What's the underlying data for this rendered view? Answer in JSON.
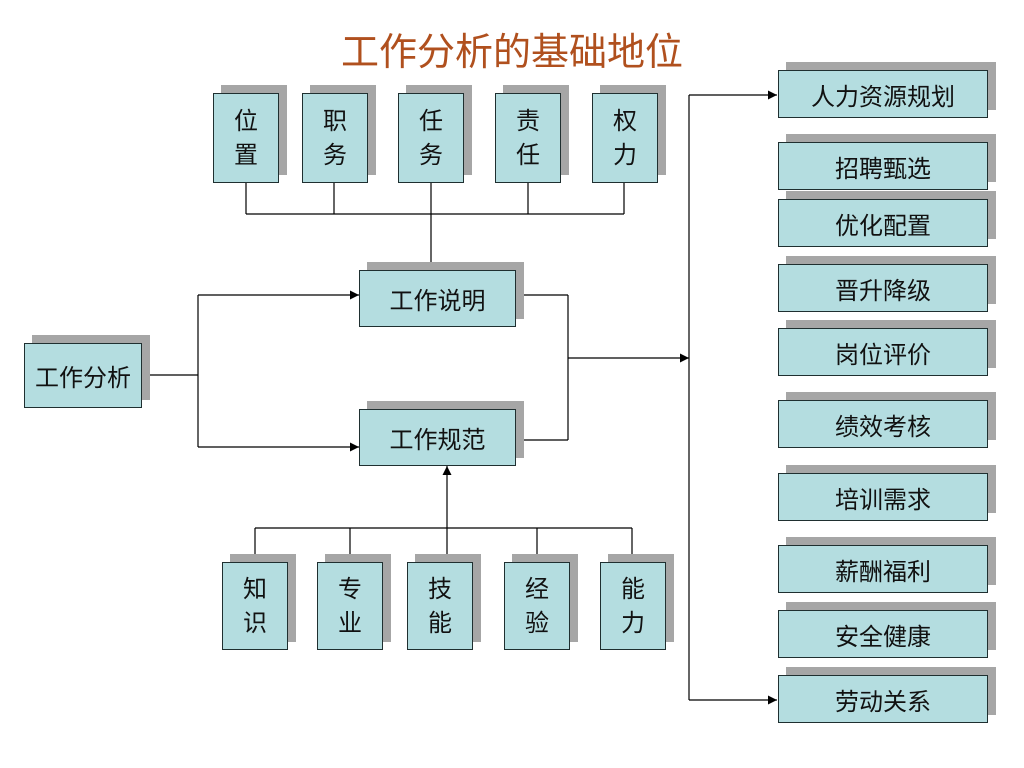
{
  "title": "工作分析的基础地位",
  "top_elements": [
    {
      "line1": "位",
      "line2": "置"
    },
    {
      "line1": "职",
      "line2": "务"
    },
    {
      "line1": "任",
      "line2": "务"
    },
    {
      "line1": "责",
      "line2": "任"
    },
    {
      "line1": "权",
      "line2": "力"
    }
  ],
  "bottom_elements": [
    {
      "line1": "知",
      "line2": "识"
    },
    {
      "line1": "专",
      "line2": "业"
    },
    {
      "line1": "技",
      "line2": "能"
    },
    {
      "line1": "经",
      "line2": "验"
    },
    {
      "line1": "能",
      "line2": "力"
    }
  ],
  "job_analysis": "工作分析",
  "job_description": "工作说明",
  "job_specification": "工作规范",
  "applications": [
    "人力资源规划",
    "招聘甄选",
    "优化配置",
    "晋升降级",
    "岗位评价",
    "绩效考核",
    "培训需求",
    "薪酬福利",
    "安全健康",
    "劳动关系"
  ]
}
